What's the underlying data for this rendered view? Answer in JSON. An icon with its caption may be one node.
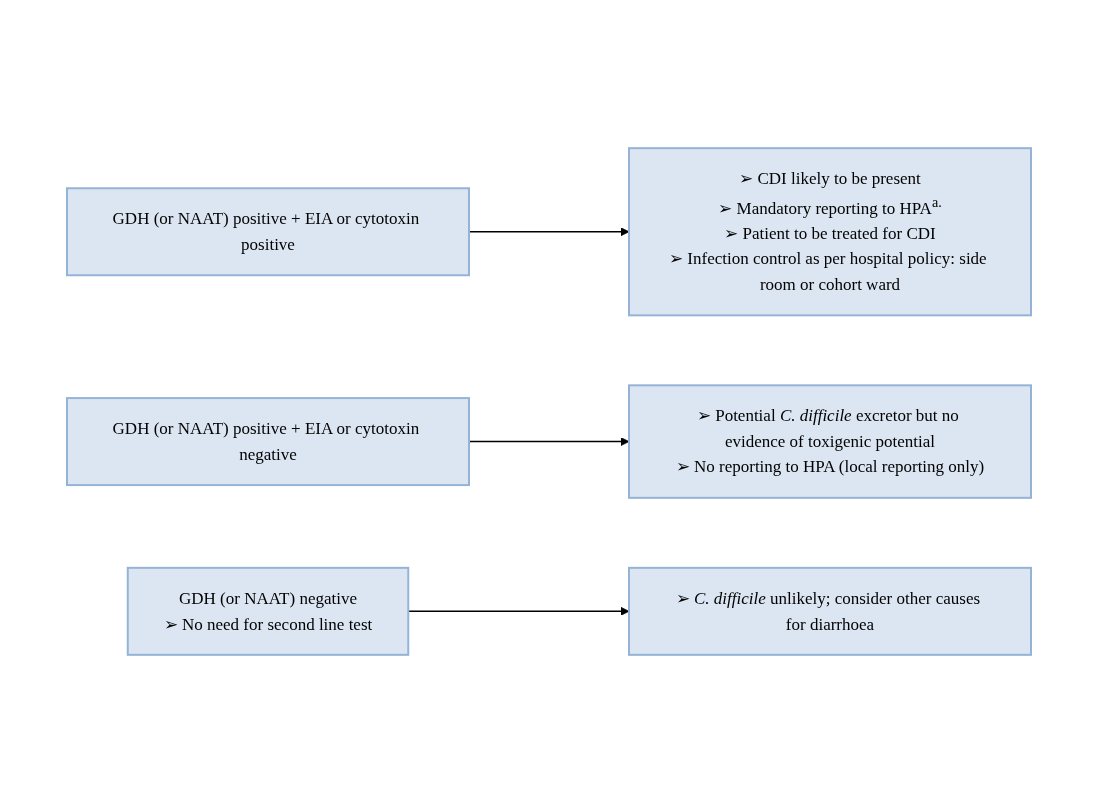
{
  "diagram": {
    "nodes": [
      {
        "text": [
          "GDH (or NAAT) positive + EIA or cytotoxin positive"
        ]
      },
      {
        "text": [
          "➢ CDI likely to be present",
          "➢ Mandatory reporting to HPA$^{a.}$",
          "➢ Patient to be treated for CDI",
          "➢ Infection control as per hospital policy: side room or cohort ward"
        ]
      },
      {
        "text": [
          "GDH (or NAAT) positive + EIA or cytotoxin negative"
        ]
      },
      {
        "text": [
          "➢ Potential *C. difficile* excretor but no evidence of toxigenic potential",
          "➢ No reporting to HPA (local reporting only)"
        ]
      },
      {
        "text": [
          "GDH (or NAAT) negative",
          "➢ No need for second line test"
        ]
      },
      {
        "text": [
          "➢ *C. difficile* unlikely; consider other causes for diarrhoea"
        ]
      }
    ],
    "edges": [
      {
        "from": 0,
        "to": 1,
        "arrow": "to"
      },
      {
        "from": 2,
        "to": 3,
        "arrow": "to"
      },
      {
        "from": 4,
        "to": 5,
        "arrow": "to"
      }
    ]
  }
}
